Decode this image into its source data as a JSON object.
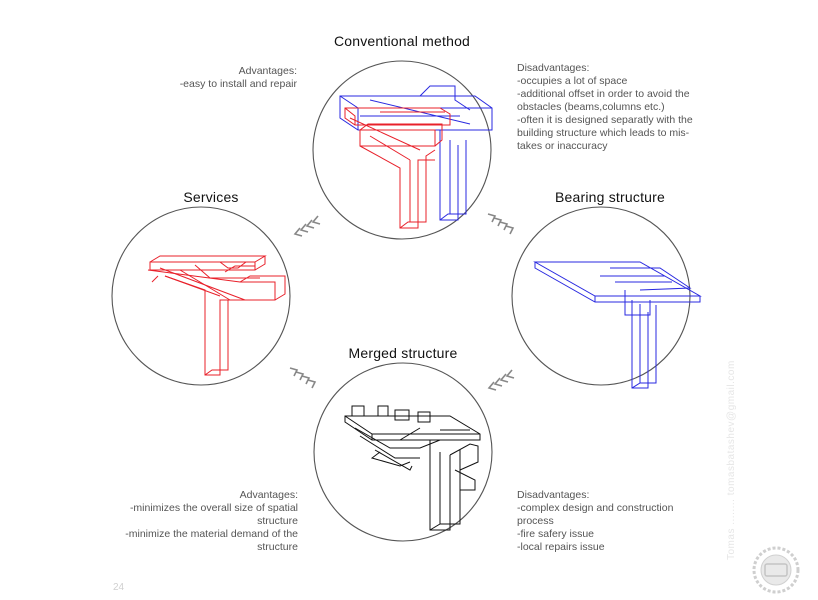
{
  "titles": {
    "conventional": "Conventional method",
    "services": "Services",
    "bearing": "Bearing structure",
    "merged": "Merged structure"
  },
  "conventional_advantages": {
    "heading": "Advantages:",
    "items": [
      "-easy to install and repair"
    ]
  },
  "conventional_disadvantages": {
    "heading": "Disadvantages:",
    "lines": [
      "-occupies a lot of space",
      "-additional offset in order to avoid the",
      "obstacles (beams,columns etc.)",
      "-often it is designed separatly with the",
      "building structure which leads to mis-",
      "takes or inaccuracy"
    ]
  },
  "merged_advantages": {
    "heading": "Advantages:",
    "lines": [
      "-minimizes the overall size of spatial",
      "structure",
      "-minimize the material demand of the",
      "structure"
    ]
  },
  "merged_disadvantages": {
    "heading": "Disadvantages:",
    "lines": [
      "-complex design and construction",
      "process",
      "-fire safery issue",
      "-local repairs issue"
    ]
  },
  "page_number": "24",
  "watermark_text": "Tomas ........ tomasbatashev@gmail.com",
  "colors": {
    "services": "#e8202a",
    "bearing": "#2a2ae0",
    "merged": "#111111",
    "circle": "#555555",
    "arrows": "#888888"
  }
}
